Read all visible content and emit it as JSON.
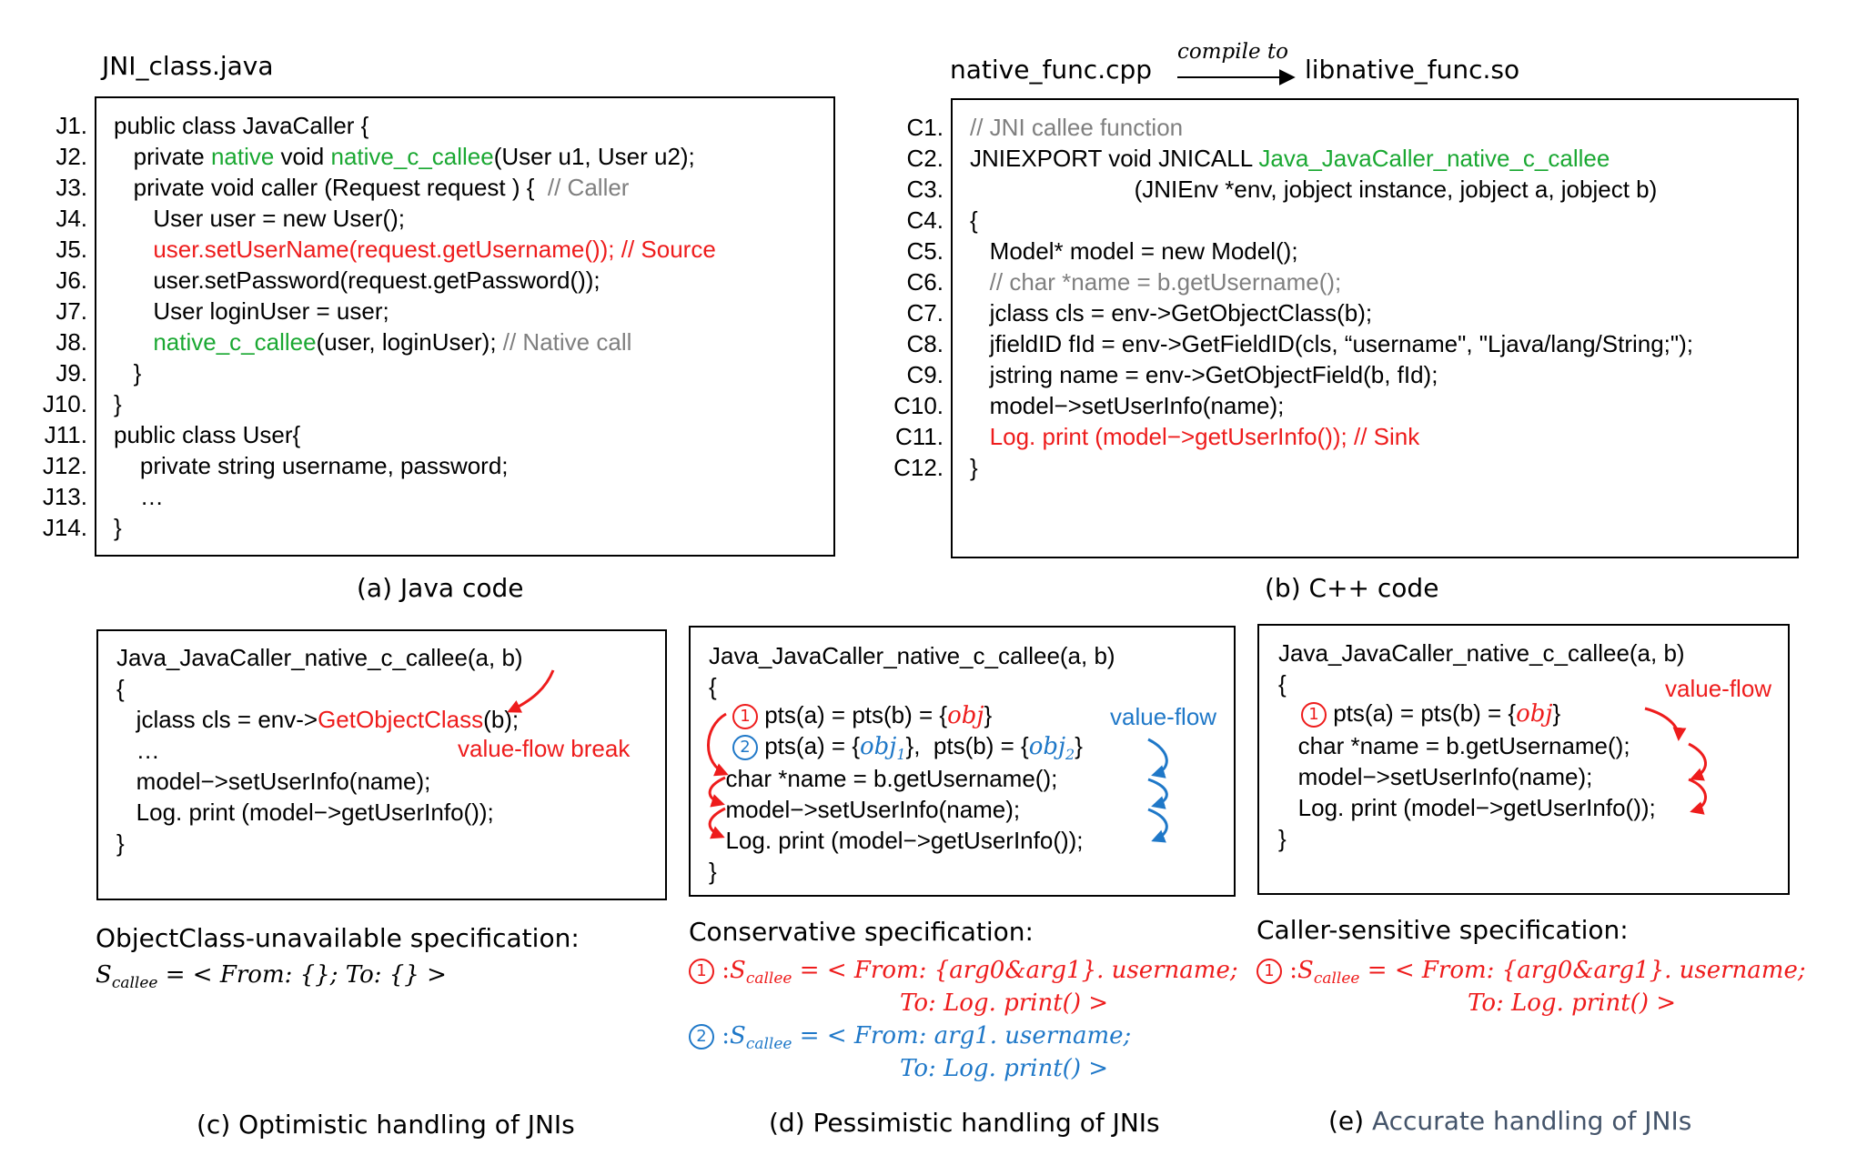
{
  "java": {
    "filename": "JNI_class.java",
    "line_numbers": [
      "J1.",
      "J2.",
      "J3.",
      "J4.",
      "J5.",
      "J6.",
      "J7.",
      "J8.",
      "J9.",
      "J10.",
      "J11.",
      "J12.",
      "J13.",
      "J14."
    ],
    "l1": "public class JavaCaller {",
    "l2a": "   private ",
    "l2b": "native",
    "l2c": " void ",
    "l2d": "native_c_callee",
    "l2e": "(User u1, User u2);",
    "l3a": "   private void caller (Request request ) {  ",
    "l3b": "// Caller",
    "l4": "      User user = new User();",
    "l5": "      user.setUserName(request.getUsername()); // Source",
    "l6": "      user.setPassword(request.getPassword());",
    "l7": "      User loginUser = user;",
    "l8a": "      ",
    "l8b": "native_c_callee",
    "l8c": "(user, loginUser); ",
    "l8d": "// Native call",
    "l9": "   }",
    "l10": "}",
    "l11": "public class User{",
    "l12": "    private string username, password;",
    "l13": "    …",
    "l14": "}",
    "caption": "(a) Java code"
  },
  "cpp": {
    "filename": "native_func.cpp",
    "compile_label": "compile to",
    "target": "libnative_func.so",
    "line_numbers": [
      "C1.",
      "C2.",
      "C3.",
      "C4.",
      "C5.",
      "C6.",
      "C7.",
      "C8.",
      "C9.",
      "C10.",
      "C11.",
      "C12."
    ],
    "l1": "// JNI callee function",
    "l2a": "JNIEXPORT void JNICALL ",
    "l2b": "Java_JavaCaller_native_c_callee",
    "l3": "                         (JNIEnv *env, jobject instance, jobject a, jobject b)",
    "l4": "{",
    "l5": "   Model* model = new Model();",
    "l6": "   // char *name = b.getUsername();",
    "l7": "   jclass cls = env->GetObjectClass(b);",
    "l8": "   jfieldID fId = env->GetFieldID(cls, “username\", \"Ljava/lang/String;\");",
    "l9": "   jstring name = env->GetObjectField(b, fId);",
    "l10": "   model−>setUserInfo(name);",
    "l11": "   Log. print (model−>getUserInfo()); // Sink",
    "l12": "}",
    "caption": "(b) C++ code"
  },
  "optimistic": {
    "l1": "Java_JavaCaller_native_c_callee(a, b)",
    "l2": "{",
    "l3a": "   jclass cls = env->",
    "l3b": "GetObjectClass",
    "l3c": "(b);",
    "l4": "   …",
    "l5": "   model−>setUserInfo(name);",
    "l6": "   Log. print (model−>getUserInfo());",
    "l7": "}",
    "annotation": "value-flow break",
    "spec_title": "ObjectClass-unavailable specification:",
    "spec_S": "S",
    "spec_sub": "callee",
    "spec_rest": " = < From: {}; To: {} >",
    "caption": "(c) Optimistic handling of JNIs"
  },
  "pessimistic": {
    "l1": "Java_JavaCaller_native_c_callee(a, b)",
    "l2": "{",
    "m1": "1",
    "l3a": " pts(a) = pts(b) = {",
    "l3b": "obj",
    "l3c": "}",
    "m2": "2",
    "l4a": " pts(a) = {",
    "l4b": "obj",
    "l4c": "1",
    "l4d": "},  pts(b) = {",
    "l4e": "obj",
    "l4f": "2",
    "l4g": "}",
    "l5": "  char *name = b.getUsername();",
    "l6": "  model−>setUserInfo(name);",
    "l7": "  Log. print (model−>getUserInfo());",
    "l8": "}",
    "annotation": "value-flow",
    "spec_title": "Conservative specification:",
    "spec1_m": "1",
    "spec1_a": " :",
    "spec1_S": "S",
    "spec1_sub": "callee",
    "spec1_b": " = < From: {arg0&arg1}. username;",
    "spec1_c": "To: Log. print() >",
    "spec2_m": "2",
    "spec2_a": " :",
    "spec2_S": "S",
    "spec2_sub": "callee",
    "spec2_b": " = < From: arg1. username;",
    "spec2_c": "To: Log. print() >",
    "caption": "(d) Pessimistic handling of JNIs"
  },
  "accurate": {
    "l1": "Java_JavaCaller_native_c_callee(a, b)",
    "l2": "{",
    "m1": "1",
    "l3a": " pts(a) = pts(b) = {",
    "l3b": "obj",
    "l3c": "}",
    "l4": "   char *name = b.getUsername();",
    "l5": "   model−>setUserInfo(name);",
    "l6": "   Log. print (model−>getUserInfo());",
    "l7": "}",
    "annotation": "value-flow",
    "spec_title": "Caller-sensitive specification:",
    "spec1_m": "1",
    "spec1_a": " :",
    "spec1_S": "S",
    "spec1_sub": "callee",
    "spec1_b": " = < From: {arg0&arg1}. username;",
    "spec1_c": "To: Log. print() >",
    "caption_a": "(e) ",
    "caption_b": "Accurate handling of JNIs"
  },
  "colors": {
    "red": "#ee1c1c",
    "green": "#1aa832",
    "blue": "#1f78c8",
    "gray": "#7f7f7f"
  }
}
